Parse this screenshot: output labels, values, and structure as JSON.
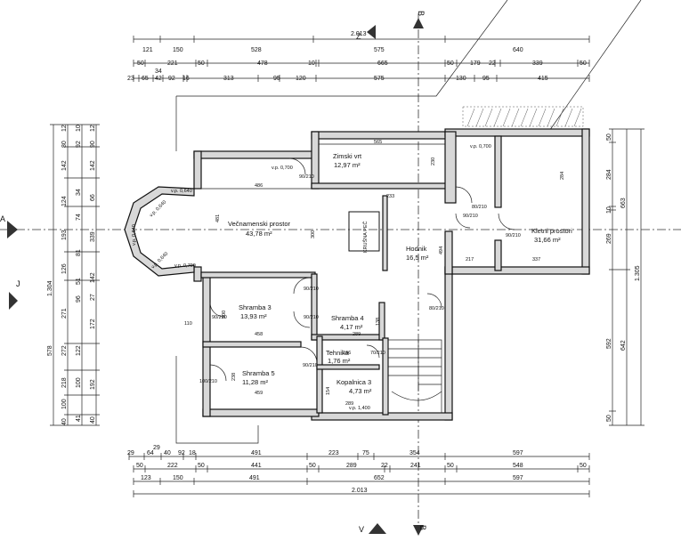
{
  "dims_top_row1": [
    "121",
    "150",
    "528",
    "575",
    "640"
  ],
  "dims_top_row2": [
    "50",
    "221",
    "50",
    "478",
    "10",
    "665",
    "50",
    "179",
    "22",
    "339",
    "50"
  ],
  "dims_top_row3": [
    "23",
    "65",
    "42",
    "92",
    "16",
    "313",
    "95",
    "120",
    "575",
    "130",
    "95",
    "415"
  ],
  "dims_top_extra": [
    "34",
    "2.013"
  ],
  "dims_bottom_row1": [
    "29",
    "64",
    "40",
    "92",
    "18",
    "491",
    "223",
    "75",
    "354",
    "597"
  ],
  "dims_bottom_row2": [
    "50",
    "222",
    "50",
    "441",
    "50",
    "289",
    "22",
    "241",
    "50",
    "548",
    "50"
  ],
  "dims_bottom_row3": [
    "123",
    "150",
    "491",
    "652",
    "597"
  ],
  "dims_bottom_total": "2.013",
  "dims_bottom_extra": "29",
  "dims_left_row1": [
    "12",
    "80",
    "142",
    "124",
    "193",
    "126",
    "271",
    "272",
    "218",
    "100",
    "40"
  ],
  "dims_left_row2": [
    "10",
    "92",
    "34",
    "74",
    "81",
    "51",
    "96",
    "122",
    "100",
    "41"
  ],
  "dims_left_row3": [
    "12",
    "90",
    "142",
    "66",
    "339",
    "142",
    "27",
    "172",
    "192",
    "40"
  ],
  "dims_left_total": "1.304",
  "dims_left_578": "578",
  "dims_right_row1": [
    "50",
    "284",
    "10",
    "269",
    "592",
    "50"
  ],
  "dims_right_row2": [
    "663",
    "642"
  ],
  "dims_right_total": "1.305",
  "rooms": {
    "zimski": {
      "name": "Zimski vrt",
      "area": "12,97 m²"
    },
    "vecnamenski": {
      "name": "Večnamenski prostor",
      "area": "43,78 m²"
    },
    "hodnik": {
      "name": "Hodnik",
      "area": "16,5 m²"
    },
    "kletni": {
      "name": "Kletni prostori",
      "area": "31,66 m²"
    },
    "shramba3": {
      "name": "Shramba 3",
      "area": "13,93 m²"
    },
    "shramba4": {
      "name": "Shramba 4",
      "area": "4,17 m²"
    },
    "tehnika": {
      "name": "Tehnika",
      "area": "1,76 m²"
    },
    "shramba5": {
      "name": "Shramba 5",
      "area": "11,28 m²"
    },
    "kopalnica": {
      "name": "Kopalnica 3",
      "area": "4,73 m²"
    }
  },
  "furniture": {
    "stove": "KRUŠNA PEČ"
  },
  "inner_dims": [
    "565",
    "230",
    "486",
    "481",
    "300",
    "233",
    "494",
    "217",
    "337",
    "284",
    "300",
    "458",
    "289",
    "138",
    "238",
    "459",
    "289",
    "154",
    "166",
    "110"
  ],
  "windows": [
    "v.p. 0,700",
    "v.p. 0,640",
    "v.p. 0,640",
    "v.p. 0,640",
    "v.p. 0,640",
    "v.p. 0,700",
    "v.p. 0,700",
    "v.p. 1,400"
  ],
  "door_labels": [
    "90/210",
    "80/210",
    "90/210",
    "90/210",
    "80/210",
    "90/210",
    "70/210",
    "90/210",
    "100/210",
    "90/210",
    "90/210"
  ],
  "section_marks": {
    "a": "A",
    "b_top": "B",
    "b_bottom": "B",
    "j": "J",
    "v": "V",
    "z": "Z"
  },
  "colors": {
    "wall_fill": "#d8d8d8",
    "line": "#111111"
  }
}
